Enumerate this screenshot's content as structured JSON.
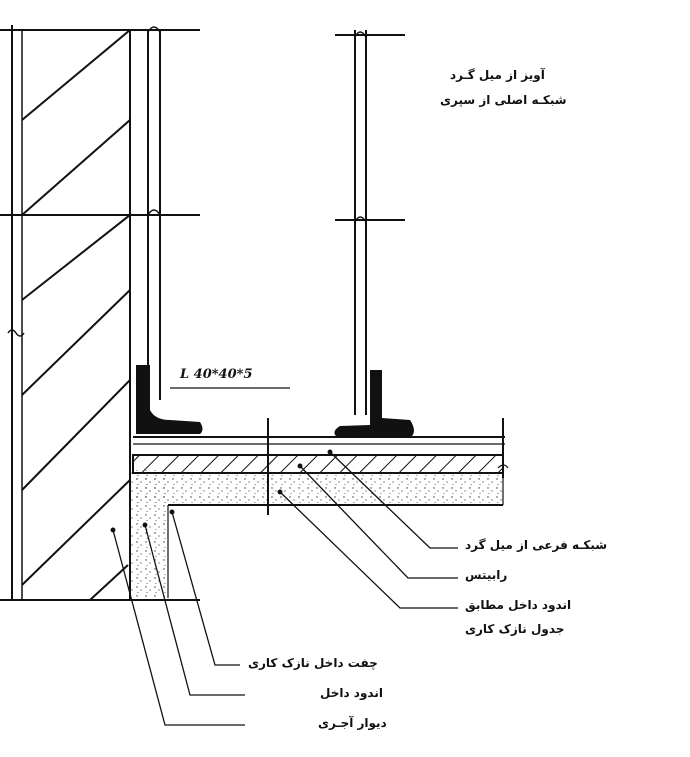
{
  "drawing": {
    "profile_label": "L 40*40*5",
    "hanger_label_line1": "آویز از میل گـرد",
    "hanger_label_line2": "شبکـه اصلی از سپری",
    "callouts": [
      "شبکـه فرعی از میل گرد",
      "رابیتس",
      "اندود داخل مطابق",
      "جدول نازک کاری",
      "چفت داخل نازک کاری",
      "اندود داخل",
      "دیوار آجـری"
    ]
  }
}
